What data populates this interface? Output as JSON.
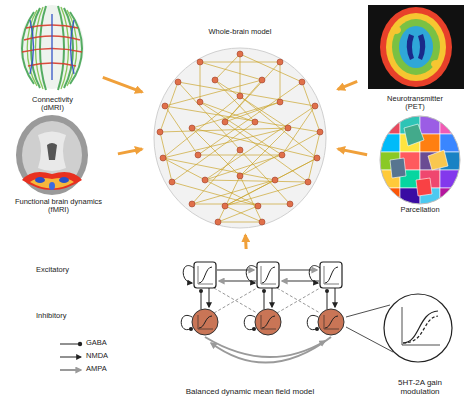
{
  "diagram": {
    "nodes": [
      {
        "text": [
          "Connectivity (dMRI)"
        ]
      },
      {
        "text": [
          "Whole-brain model"
        ]
      },
      {
        "text": [
          "Neurotransmitter (PET)"
        ]
      },
      {
        "text": [
          "Functional brain dynamics (fMRI)"
        ]
      },
      {
        "text": [
          "Parcellation"
        ]
      },
      {
        "text": [
          "Balanced dynamic mean field model"
        ]
      },
      {
        "text": [
          "5HT-2A gain modulation"
        ]
      }
    ],
    "edges": [
      {
        "from": 0,
        "to": 1,
        "arrow": "to"
      },
      {
        "from": 2,
        "to": 1,
        "arrow": "to"
      },
      {
        "from": 3,
        "to": 1,
        "arrow": "to"
      },
      {
        "from": 4,
        "to": 1,
        "arrow": "to"
      },
      {
        "from": 5,
        "to": 1,
        "arrow": "to"
      }
    ],
    "labels": [
      "Excitatory",
      "Inhibitory"
    ],
    "legend": [
      {
        "text": "GABA"
      },
      {
        "text": "NMDA"
      },
      {
        "text": "AMPA"
      }
    ]
  }
}
